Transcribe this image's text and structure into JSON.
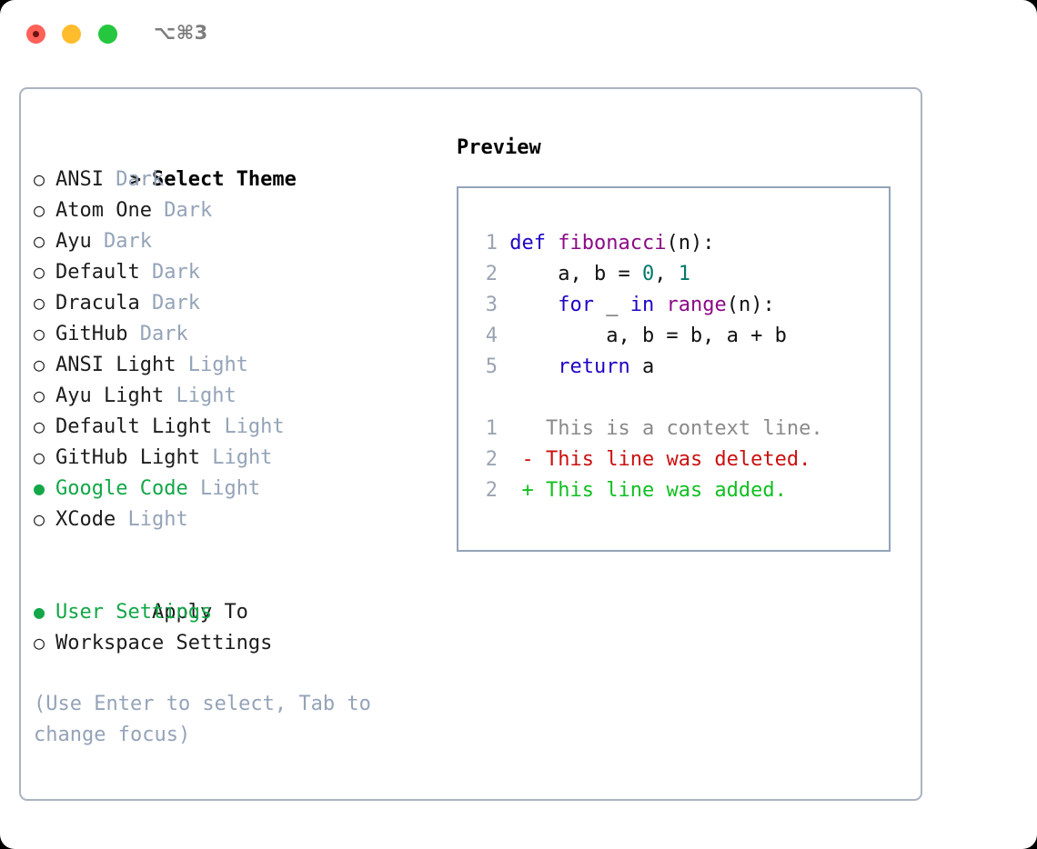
{
  "window": {
    "shortcut": "⌥⌘3",
    "traffic_lights": [
      {
        "name": "close",
        "color": "#ff6159"
      },
      {
        "name": "minimize",
        "color": "#ffbd2e"
      },
      {
        "name": "maximize",
        "color": "#25c73f"
      }
    ]
  },
  "colors": {
    "selected_green": "#12a747",
    "muted_blue_gray": "#94a3b8",
    "panel_border": "#aab3c0",
    "preview_border": "#94a3b8",
    "keyword": "#1f04c4",
    "function": "#8c0a86",
    "number": "#00786d",
    "diff_deleted": "#cb1010",
    "diff_added": "#11bf22",
    "diff_context": "#8a8a8a",
    "line_number": "#9aa4b2"
  },
  "theme_picker": {
    "heading": "Select Theme",
    "heading_marker": ">",
    "marker_unselected": "○",
    "marker_selected": "●",
    "items": [
      {
        "name": "ANSI",
        "meta": "Dark",
        "selected": false
      },
      {
        "name": "Atom One",
        "meta": "Dark",
        "selected": false
      },
      {
        "name": "Ayu",
        "meta": "Dark",
        "selected": false
      },
      {
        "name": "Default",
        "meta": "Dark",
        "selected": false
      },
      {
        "name": "Dracula",
        "meta": "Dark",
        "selected": false
      },
      {
        "name": "GitHub",
        "meta": "Dark",
        "selected": false
      },
      {
        "name": "ANSI Light",
        "meta": "Light",
        "selected": false
      },
      {
        "name": "Ayu Light",
        "meta": "Light",
        "selected": false
      },
      {
        "name": "Default Light",
        "meta": "Light",
        "selected": false
      },
      {
        "name": "GitHub Light",
        "meta": "Light",
        "selected": false
      },
      {
        "name": "Google Code",
        "meta": "Light",
        "selected": true
      },
      {
        "name": "XCode",
        "meta": "Light",
        "selected": false
      }
    ]
  },
  "apply_to": {
    "heading": "Apply To",
    "items": [
      {
        "name": "User Settings",
        "selected": true
      },
      {
        "name": "Workspace Settings",
        "selected": false
      }
    ]
  },
  "hint": "(Use Enter to select, Tab to change focus)",
  "preview": {
    "title": "Preview",
    "code_lines": [
      {
        "number": "1",
        "tokens": [
          {
            "t": "def",
            "c": "kw"
          },
          {
            "t": " ",
            "c": "pln"
          },
          {
            "t": "fibonacci",
            "c": "fn"
          },
          {
            "t": "(n):",
            "c": "pln"
          }
        ]
      },
      {
        "number": "2",
        "tokens": [
          {
            "t": "    a, b = ",
            "c": "pln"
          },
          {
            "t": "0",
            "c": "num"
          },
          {
            "t": ", ",
            "c": "pln"
          },
          {
            "t": "1",
            "c": "num"
          }
        ]
      },
      {
        "number": "3",
        "tokens": [
          {
            "t": "    ",
            "c": "pln"
          },
          {
            "t": "for",
            "c": "kw"
          },
          {
            "t": " _ ",
            "c": "pln"
          },
          {
            "t": "in",
            "c": "kw"
          },
          {
            "t": " ",
            "c": "pln"
          },
          {
            "t": "range",
            "c": "fn"
          },
          {
            "t": "(n):",
            "c": "pln"
          }
        ]
      },
      {
        "number": "4",
        "tokens": [
          {
            "t": "        a, b = b, a + b",
            "c": "pln"
          }
        ]
      },
      {
        "number": "5",
        "tokens": [
          {
            "t": "    ",
            "c": "pln"
          },
          {
            "t": "return",
            "c": "kw"
          },
          {
            "t": " a",
            "c": "pln"
          }
        ]
      }
    ],
    "diff_lines": [
      {
        "number": "1",
        "sign": " ",
        "text": "This is a context line.",
        "kind": "ctx"
      },
      {
        "number": "2",
        "sign": "-",
        "text": "This line was deleted.",
        "kind": "del"
      },
      {
        "number": "2",
        "sign": "+",
        "text": "This line was added.",
        "kind": "add"
      }
    ]
  }
}
